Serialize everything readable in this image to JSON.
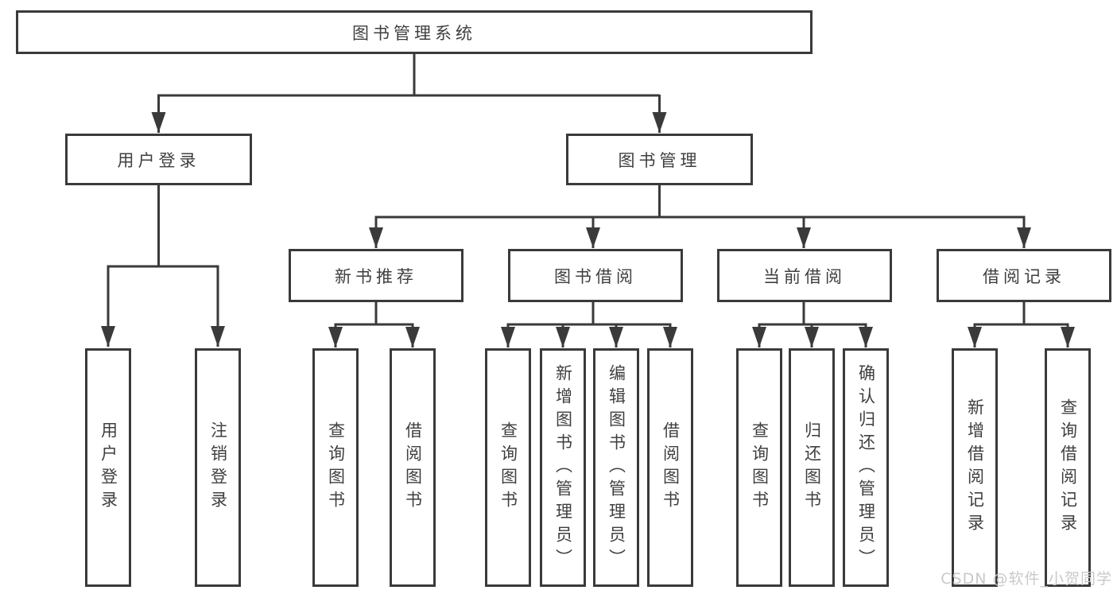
{
  "diagram": {
    "title": "图书管理系统",
    "colors": {
      "line": "#3a3a3a",
      "text": "#3f3f3f",
      "watermark": "#c9c9c9",
      "background": "#ffffff"
    },
    "tree": {
      "label": "图书管理系统",
      "children": [
        {
          "label": "用户登录",
          "children": [
            {
              "label": "用户登录"
            },
            {
              "label": "注销登录"
            }
          ]
        },
        {
          "label": "图书管理",
          "children": [
            {
              "label": "新书推荐",
              "children": [
                {
                  "label": "查询图书"
                },
                {
                  "label": "借阅图书"
                }
              ]
            },
            {
              "label": "图书借阅",
              "children": [
                {
                  "label": "查询图书"
                },
                {
                  "label": "新增图书（管理员）"
                },
                {
                  "label": "编辑图书（管理员）"
                },
                {
                  "label": "借阅图书"
                }
              ]
            },
            {
              "label": "当前借阅",
              "children": [
                {
                  "label": "查询图书"
                },
                {
                  "label": "归还图书"
                },
                {
                  "label": "确认归还（管理员）"
                }
              ]
            },
            {
              "label": "借阅记录",
              "children": [
                {
                  "label": "新增借阅记录"
                },
                {
                  "label": "查询借阅记录"
                }
              ]
            }
          ]
        }
      ]
    },
    "watermark": "CSDN @软件_小贺同学"
  }
}
